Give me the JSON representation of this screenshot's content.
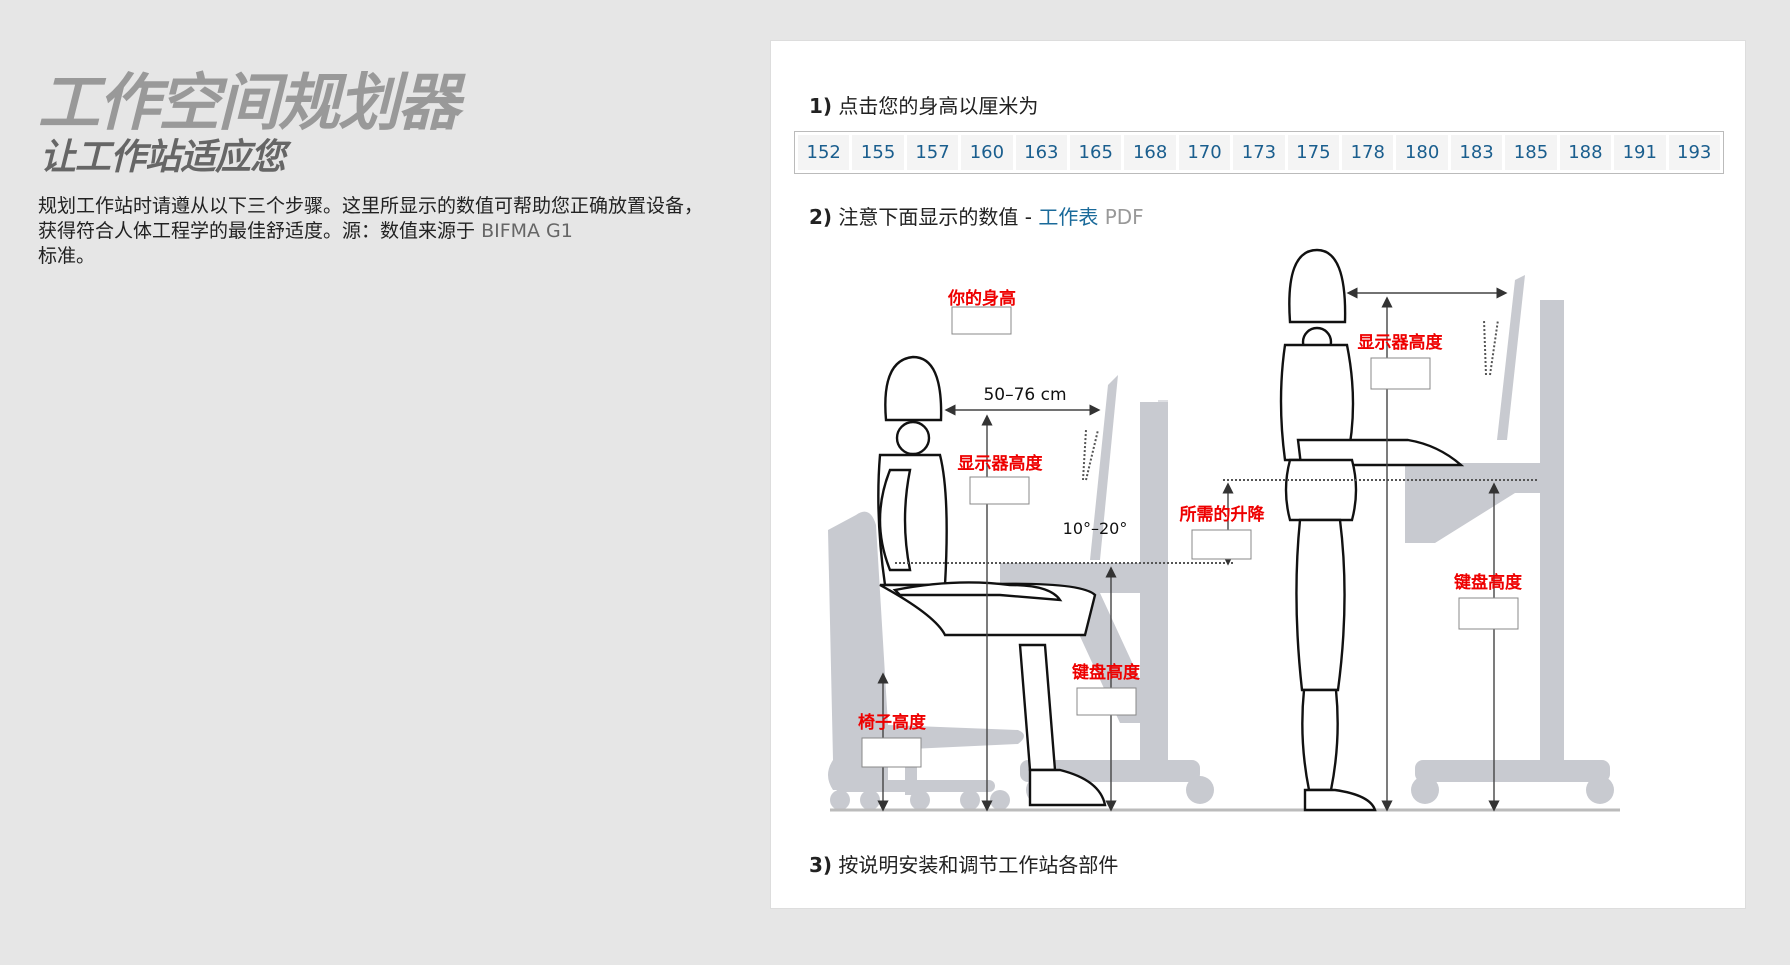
{
  "header": {
    "title": "工作空间规划器",
    "subtitle": "让工作站适应您",
    "intro": "规划工作站时请遵从以下三个步骤。这里所显示的数值可帮助您正确放置设备，获得符合人体工程学的最佳舒适度。源：数值来源于",
    "intro_source": "BIFMA G1",
    "intro_end": "标准。"
  },
  "steps": {
    "step1": {
      "num": "1)",
      "text": "点击您的身高以厘米为"
    },
    "step2": {
      "num": "2)",
      "text": "注意下面显示的数值 - ",
      "link": "工作表",
      "pdf": "PDF"
    },
    "step3": {
      "num": "3)",
      "text": "按说明安装和调节工作站各部件"
    }
  },
  "heights": [
    "152",
    "155",
    "157",
    "160",
    "163",
    "165",
    "168",
    "170",
    "173",
    "175",
    "178",
    "180",
    "183",
    "185",
    "188",
    "191",
    "193"
  ],
  "diagram": {
    "your_height": "你的身高",
    "distance": "50–76 cm",
    "angle": "10°–20°",
    "seated_monitor_height": "显示器高度",
    "seated_keyboard_height": "键盘高度",
    "chair_height": "椅子高度",
    "required_lift": "所需的升降",
    "standing_monitor_height": "显示器高度",
    "standing_keyboard_height": "键盘高度"
  },
  "colors": {
    "label": "#e00000",
    "link": "#1a6a9a",
    "height_button_text": "#1a5e8e"
  }
}
